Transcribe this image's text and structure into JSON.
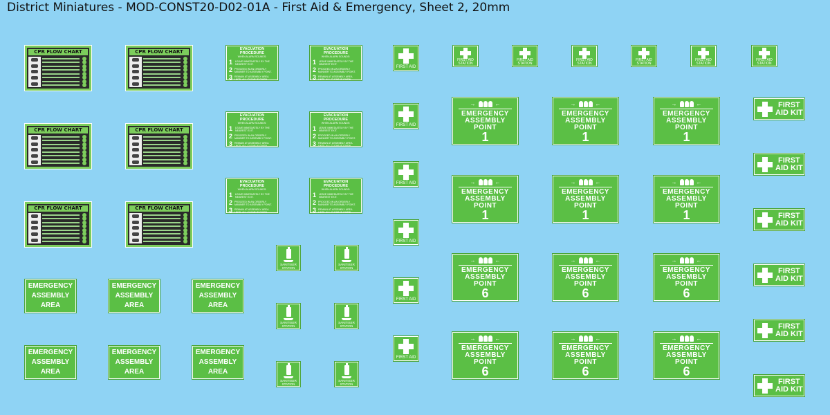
{
  "title": "District Miniatures - MOD-CONST20-D02-01A - First Aid & Emergency, Sheet 2, 20mm",
  "colors": {
    "background": "#8fd3f4",
    "sign_green": "#5bbf45",
    "cpr_green": "#7ccd5c"
  },
  "cpr": {
    "title": "CPR FLOW CHART"
  },
  "evac": {
    "title": "EVACUATION PROCEDURE",
    "subtitle": "WHEN ALARM SOUNDS:",
    "steps": [
      {
        "num": "1",
        "text": "LEAVE IMMEDIATELY BY THE NEAREST EXIT."
      },
      {
        "num": "2",
        "text": "PROCEED IN AN ORDERLY MANNER TO ASSEMBLY POINT."
      },
      {
        "num": "3",
        "text": "REMAIN AT ASSEMBLY AREA UNTIL ALL-CLEAR IS GIVEN"
      }
    ]
  },
  "first_aid": {
    "label": "FIRST AID",
    "station_line1": "FIRST AID",
    "station_line2": "STATION"
  },
  "kit": {
    "line1": "FIRST",
    "line2": "AID KIT"
  },
  "eap": {
    "line1": "EMERGENCY",
    "line2": "ASSEMBLY",
    "line3": "POINT",
    "numbers": [
      "1",
      "6"
    ]
  },
  "eaa": {
    "line1": "EMERGENCY",
    "line2": "ASSEMBLY",
    "line3": "AREA"
  },
  "san": {
    "line1": "SANITISER",
    "line2": "STATION"
  }
}
